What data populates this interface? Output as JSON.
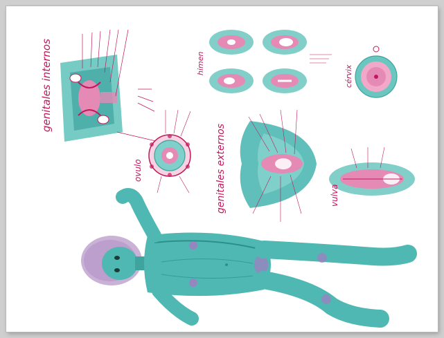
{
  "viewer": {
    "title": ""
  },
  "page": {
    "headings": {
      "genitales_internos": "genitales internos",
      "genitales_externos": "genitales externos",
      "ovulo": "ovulo",
      "himen": "himen",
      "ceivix": "cérvix",
      "vulva": "vulva"
    },
    "orientation": "rotated 90° counter-clockwise (landscape scan of portrait sheet)"
  },
  "colors": {
    "body_fill": "#4fb8b3",
    "body_dark": "#2c8f8a",
    "label_ink": "#c2185b",
    "pink_fill": "#e48ab4",
    "hair": "#b99ac9",
    "page": "#ffffff",
    "frame": "#cfcfcf"
  }
}
